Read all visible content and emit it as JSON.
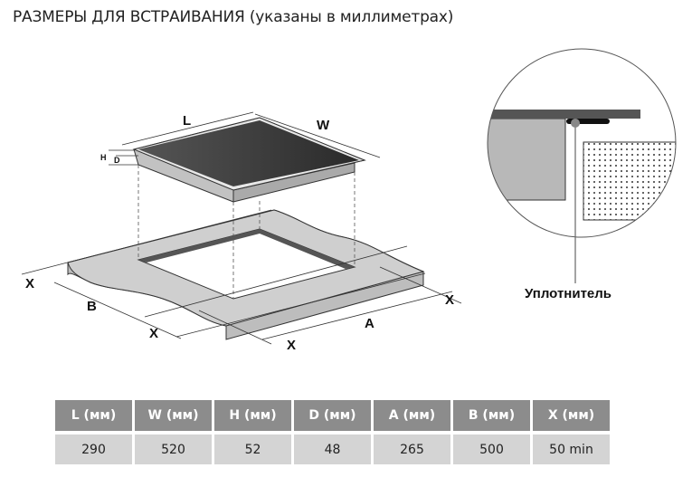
{
  "title": "РАЗМЕРЫ ДЛЯ ВСТРАИВАНИЯ (указаны в миллиметрах)",
  "diagram": {
    "labels": {
      "L": "L",
      "W": "W",
      "H": "H",
      "D": "D",
      "A": "A",
      "B": "B",
      "X": "X"
    },
    "seal_label": "Уплотнитель"
  },
  "table": {
    "headers": [
      "L (мм)",
      "W (мм)",
      "H (мм)",
      "D (мм)",
      "A (мм)",
      "B (мм)",
      "X (мм)"
    ],
    "values": [
      "290",
      "520",
      "52",
      "48",
      "265",
      "500",
      "50 min"
    ]
  }
}
